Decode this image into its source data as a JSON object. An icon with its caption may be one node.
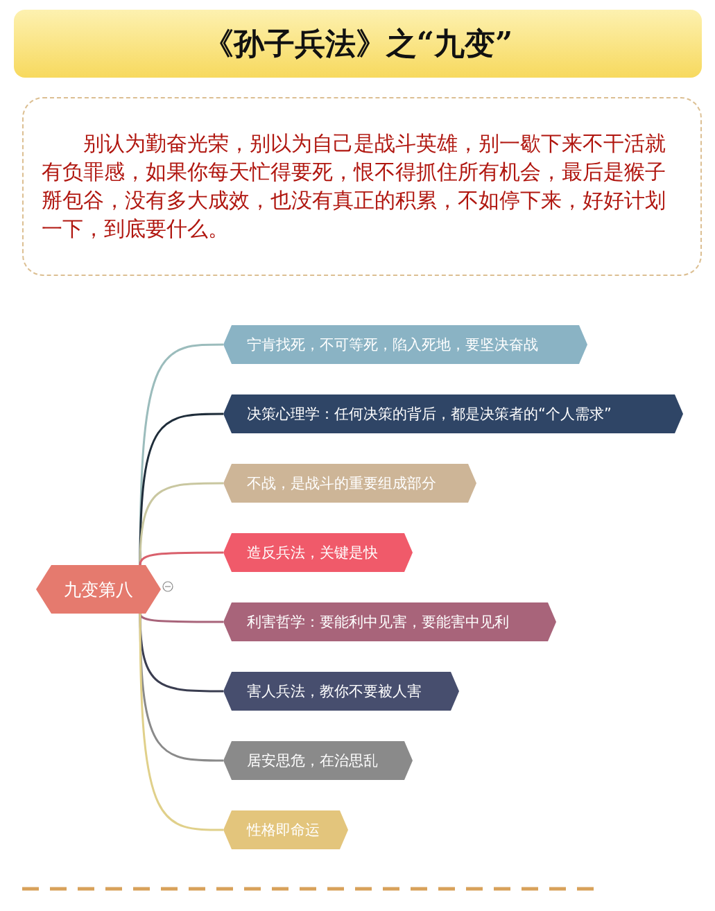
{
  "diagram": {
    "title": "《孙子兵法》之“九变”",
    "nodes": [
      {
        "text": [
          "别认为勤奋光荣，别以为自己是战斗英雄，别一歇下来不干活就有负罪感，如果你每天忙得要死，恨不得抓住所有机会，最后是猴子掰包谷，没有多大成效，也没有真正的积累，不如停下来，好好计划一下，到底要什么。"
        ]
      },
      {
        "text": [
          "九变第八"
        ]
      },
      {
        "text": [
          "宁肯找死，不可等死，陷入死地，要坚决奋战"
        ]
      },
      {
        "text": [
          "决策心理学：任何决策的背后，都是决策者的“个人需求”"
        ]
      },
      {
        "text": [
          "不战，是战斗的重要组成部分"
        ]
      },
      {
        "text": [
          "造反兵法，关键是快"
        ]
      },
      {
        "text": [
          "利害哲学：要能利中见害，要能害中见利"
        ]
      },
      {
        "text": [
          "害人兵法，教你不要被人害"
        ]
      },
      {
        "text": [
          "居安思危，在治思乱"
        ]
      },
      {
        "text": [
          "性格即命运"
        ]
      }
    ],
    "edges": [
      {
        "from": 1,
        "to": 2,
        "arrow": "none",
        "color": "#9bbcbc"
      },
      {
        "from": 1,
        "to": 3,
        "arrow": "none",
        "color": "#1f2d3a"
      },
      {
        "from": 1,
        "to": 4,
        "arrow": "none",
        "color": "#c9c7a0"
      },
      {
        "from": 1,
        "to": 5,
        "arrow": "none",
        "color": "#d9606c"
      },
      {
        "from": 1,
        "to": 6,
        "arrow": "none",
        "color": "#a8647a"
      },
      {
        "from": 1,
        "to": 7,
        "arrow": "none",
        "color": "#3a3d50"
      },
      {
        "from": 1,
        "to": 8,
        "arrow": "none",
        "color": "#8a8a8a"
      },
      {
        "from": 1,
        "to": 9,
        "arrow": "none",
        "color": "#e0d08a"
      }
    ]
  }
}
